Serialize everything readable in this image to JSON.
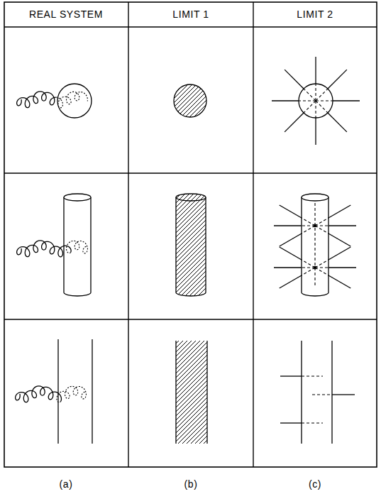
{
  "diagram": {
    "labels": [
      "REAL SYSTEM",
      "LIMIT 1",
      "LIMIT 2",
      "(a)",
      "(b)",
      "(c)"
    ]
  }
}
